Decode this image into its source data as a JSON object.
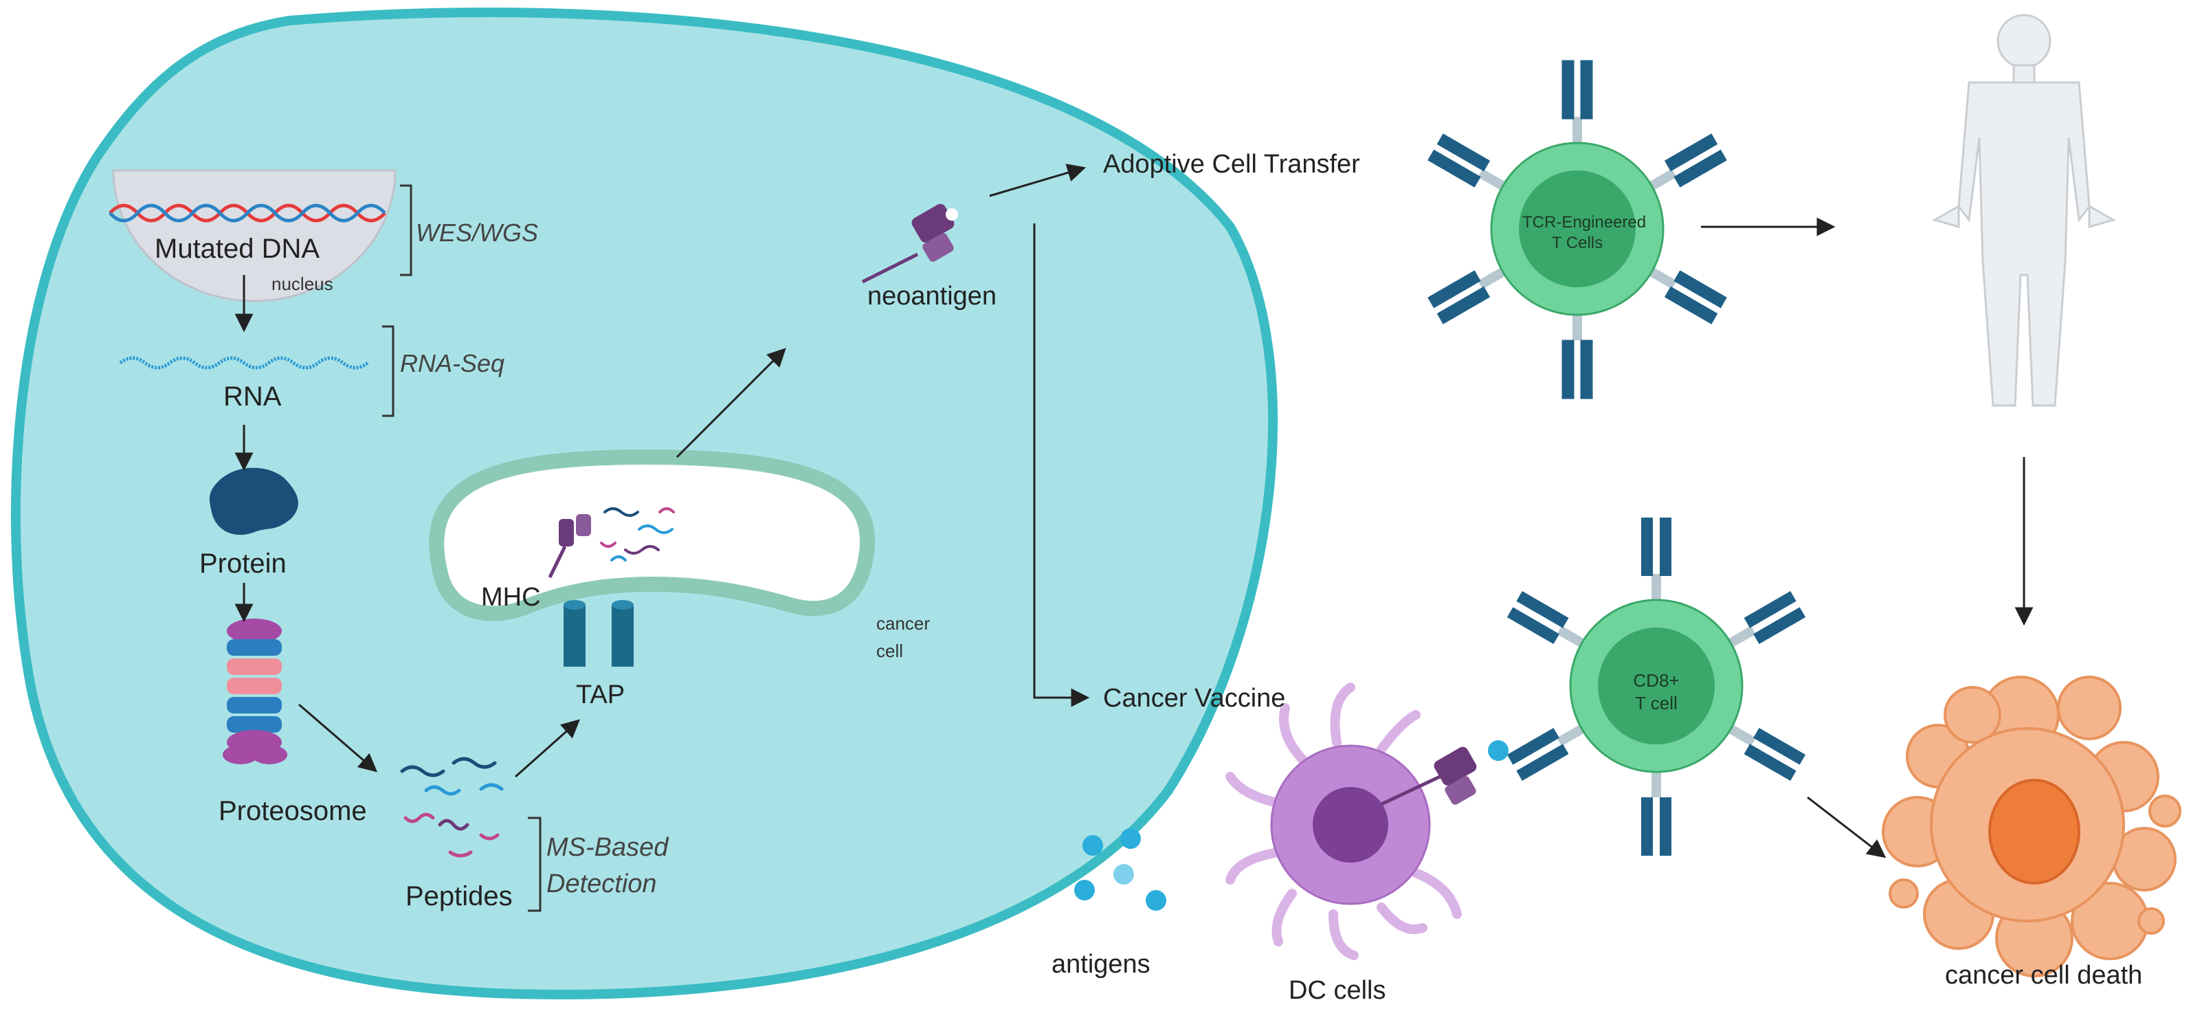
{
  "cell": {
    "mutated_dna": "Mutated DNA",
    "nucleus": "nucleus",
    "wes_wgs": "WES/WGS",
    "rna": "RNA",
    "rna_seq": "RNA-Seq",
    "protein": "Protein",
    "proteosome": "Proteosome",
    "peptides": "Peptides",
    "ms_line1": "MS-Based",
    "ms_line2": "Detection",
    "mhc": "MHC",
    "tap": "TAP",
    "cancer_line1": "cancer",
    "cancer_line2": "cell"
  },
  "right": {
    "neoantigen": "neoantigen",
    "adoptive": "Adoptive Cell Transfer",
    "vaccine": "Cancer Vaccine",
    "tcr_line1": "TCR-Engineered",
    "tcr_line2": "T Cells",
    "cd8_line1": "CD8+",
    "cd8_line2": "T cell",
    "antigens": "antigens",
    "dc": "DC cells",
    "death": "cancer cell death"
  },
  "colors": {
    "cell_fill": "#a9e2e6",
    "cell_border": "#3bbcc4",
    "tcell": "#5cc98d",
    "receptor": "#1f5f86",
    "mhc": "#6b3a7a",
    "cancer_death": "#f5b58c"
  }
}
